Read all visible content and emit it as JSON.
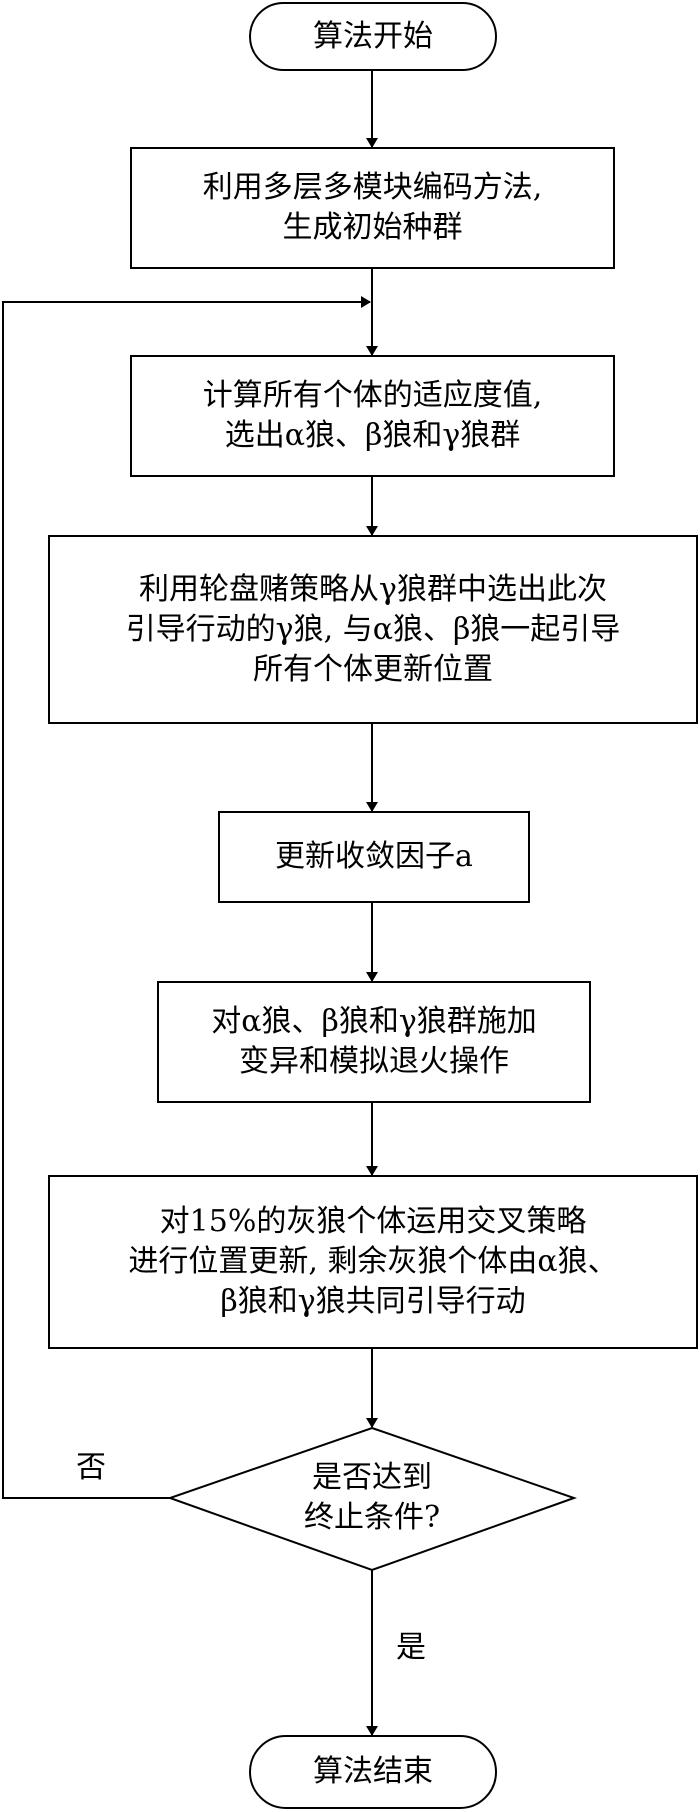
{
  "nodes": {
    "start": {
      "text": "算法开始"
    },
    "step1": {
      "lines": [
        "利用多层多模块编码方法,",
        "生成初始种群"
      ]
    },
    "step2": {
      "lines": [
        "计算所有个体的适应度值,",
        "选出α狼、β狼和γ狼群"
      ]
    },
    "step3": {
      "lines": [
        "利用轮盘赌策略从γ狼群中选出此次",
        "引导行动的γ狼, 与α狼、β狼一起引导",
        "所有个体更新位置"
      ]
    },
    "step4": {
      "text": "更新收敛因子a"
    },
    "step5": {
      "lines": [
        "对α狼、β狼和γ狼群施加",
        "变异和模拟退火操作"
      ]
    },
    "step6": {
      "lines": [
        "对15%的灰狼个体运用交叉策略",
        "进行位置更新, 剩余灰狼个体由α狼、",
        "β狼和γ狼共同引导行动"
      ]
    },
    "decision": {
      "lines": [
        "是否达到",
        "终止条件?"
      ]
    },
    "end": {
      "text": "算法结束"
    }
  },
  "edge_labels": {
    "no": "否",
    "yes": "是"
  },
  "colors": {
    "stroke": "#000000",
    "background": "#ffffff"
  }
}
